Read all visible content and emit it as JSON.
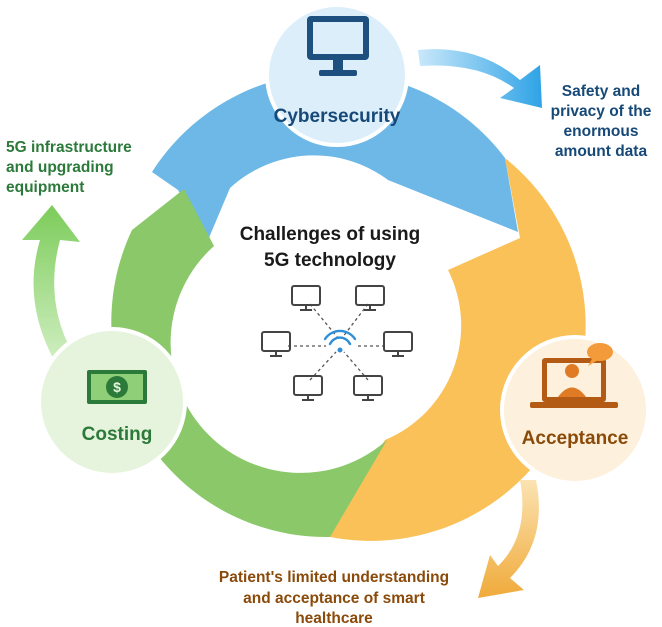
{
  "center": {
    "title_line1": "Challenges of using",
    "title_line2": "5G technology"
  },
  "nodes": {
    "cybersecurity": {
      "label": "Cybersecurity",
      "icon": "monitor-icon"
    },
    "acceptance": {
      "label": "Acceptance",
      "icon": "laptop-doctor-icon"
    },
    "costing": {
      "label": "Costing",
      "icon": "dollar-bill-icon"
    }
  },
  "notes": {
    "cybersecurity": [
      "Safety and",
      "privacy of the",
      "enormous",
      "amount data"
    ],
    "costing": [
      "5G infrastructure",
      "and upgrading",
      "equipment"
    ],
    "acceptance": [
      "Patient's limited understanding",
      "and acceptance of smart",
      "healthcare"
    ]
  },
  "colors": {
    "blue": "#6db8e7",
    "orange": "#f9c158",
    "green": "#8ac86a",
    "cyber_text": "#174978",
    "costing_text": "#2c7a3a",
    "acceptance_text": "#8a4a0a",
    "acceptance_arrow": "#f0aa3a"
  }
}
